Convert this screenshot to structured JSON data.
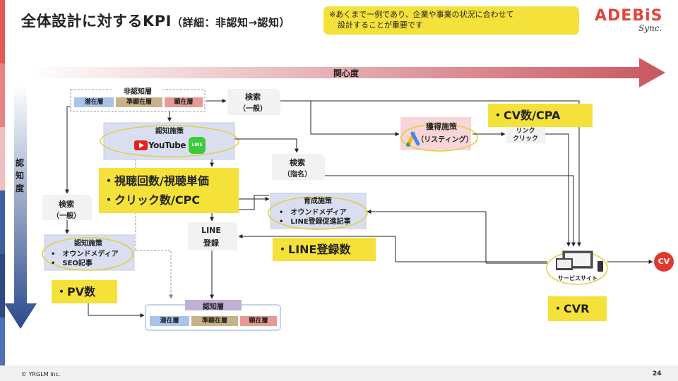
{
  "title": {
    "main": "全体設計に対するKPI",
    "paren": "（詳細：非認知→認知）"
  },
  "note": {
    "line1": "※あくまで一例であり、企業や事業の状況に合わせて",
    "line2": "設計することが重要です"
  },
  "logo": {
    "name": "ADEBiS",
    "sub": "Sync."
  },
  "axes": {
    "interest": "関心度",
    "awareness": [
      "認",
      "知",
      "度"
    ]
  },
  "nodes": {
    "non_aware_title": "非認知層",
    "layers": [
      "潜在層",
      "準顕在層",
      "顕在層"
    ],
    "search_general": {
      "line1": "検索",
      "line2": "（一般）"
    },
    "acquisition": {
      "title": "獲得施策",
      "sub": "（リスティング）"
    },
    "link_click": {
      "line1": "リンク",
      "line2": "クリック"
    },
    "awareness_measures": {
      "title": "認知施策"
    },
    "youtube": "YouTube",
    "line_badge": "LINE",
    "search_named": {
      "line1": "検索",
      "line2": "（指名）"
    },
    "search_general2": {
      "line1": "検索",
      "line2": "（一般）"
    },
    "nurture": {
      "title": "育成施策",
      "items": [
        "•　オウンドメディア",
        "•　LINE登録促進記事"
      ]
    },
    "line_reg": {
      "line1": "LINE",
      "line2": "登録"
    },
    "awareness_measures2": {
      "title": "認知施策",
      "items": [
        "•　オウンドメディア",
        "•　SEO記事"
      ]
    },
    "service_site": "サービスサイト",
    "cv": "CV",
    "aware_title": "認知層"
  },
  "kpis": {
    "cv_cpa": "・CV数/CPA",
    "view": "・視聴回数/視聴単価",
    "click": "・クリック数/CPC",
    "line_count": "・LINE登録数",
    "pv": "・PV数",
    "cvr": "・CVR"
  },
  "colors": {
    "latent": "#a9c4ea",
    "semi": "#c8b287",
    "explicit": "#e69a96",
    "highlight": "#f4e13a",
    "cv": "#e0392f"
  },
  "footer": {
    "copyright": "© YRGLM Inc.",
    "page": "24"
  }
}
